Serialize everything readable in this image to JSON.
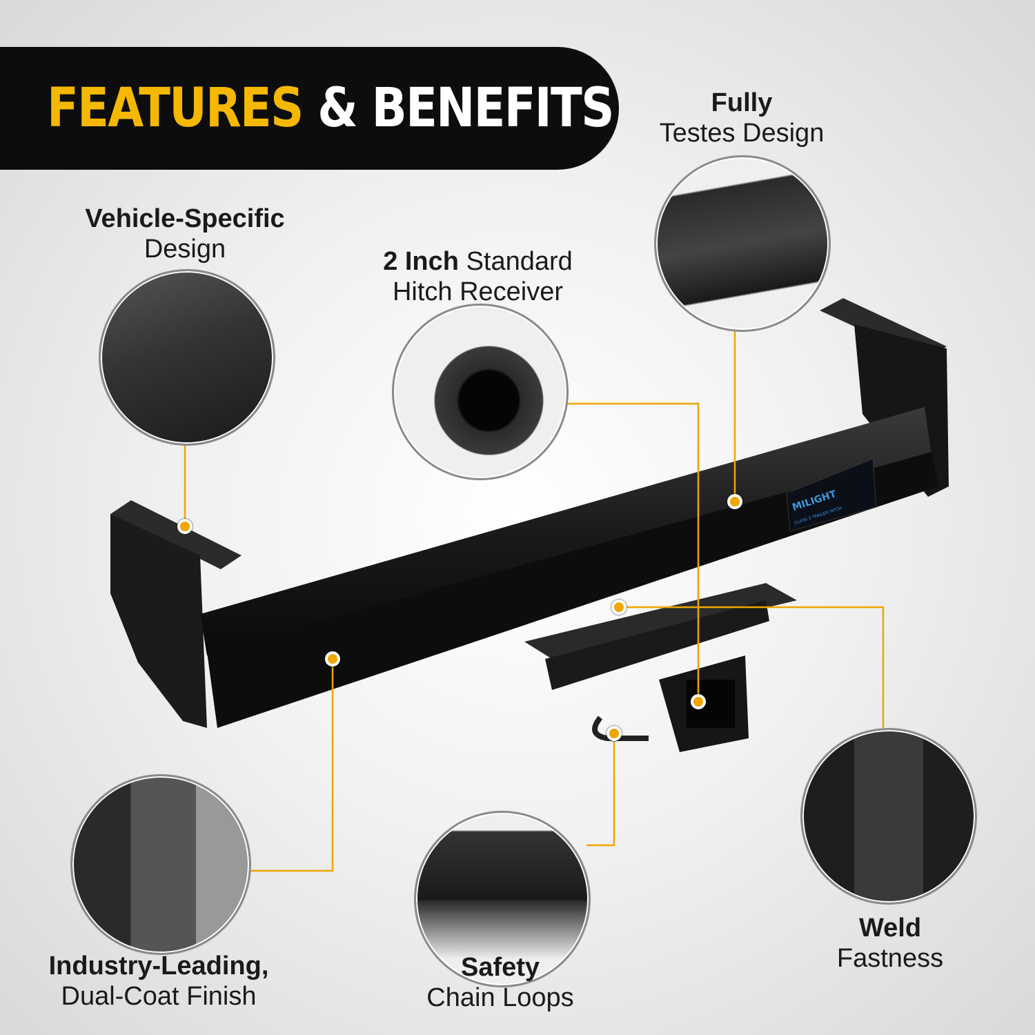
{
  "banner": {
    "title_highlight": "FEATURES",
    "title_rest": "& BENEFITS"
  },
  "features": [
    {
      "bold": "Vehicle-Specific",
      "text": "Design"
    },
    {
      "bold": "2 Inch",
      "text": "Standard",
      "text2": "Hitch Receiver"
    },
    {
      "bold": "Fully",
      "text": "Testes Design"
    },
    {
      "bold": "Industry-Leading,",
      "text": "Dual-Coat Finish"
    },
    {
      "bold": "Safety",
      "text": "Chain Loops"
    },
    {
      "bold": "Weld",
      "text": "Fastness"
    }
  ],
  "product_label": {
    "brand": "MILIGHT",
    "subtitle": "CLASS 3 TRAILER HITCH"
  },
  "colors": {
    "accent": "#f5b800",
    "line": "#f0a500",
    "banner": "#0d0d0d"
  }
}
